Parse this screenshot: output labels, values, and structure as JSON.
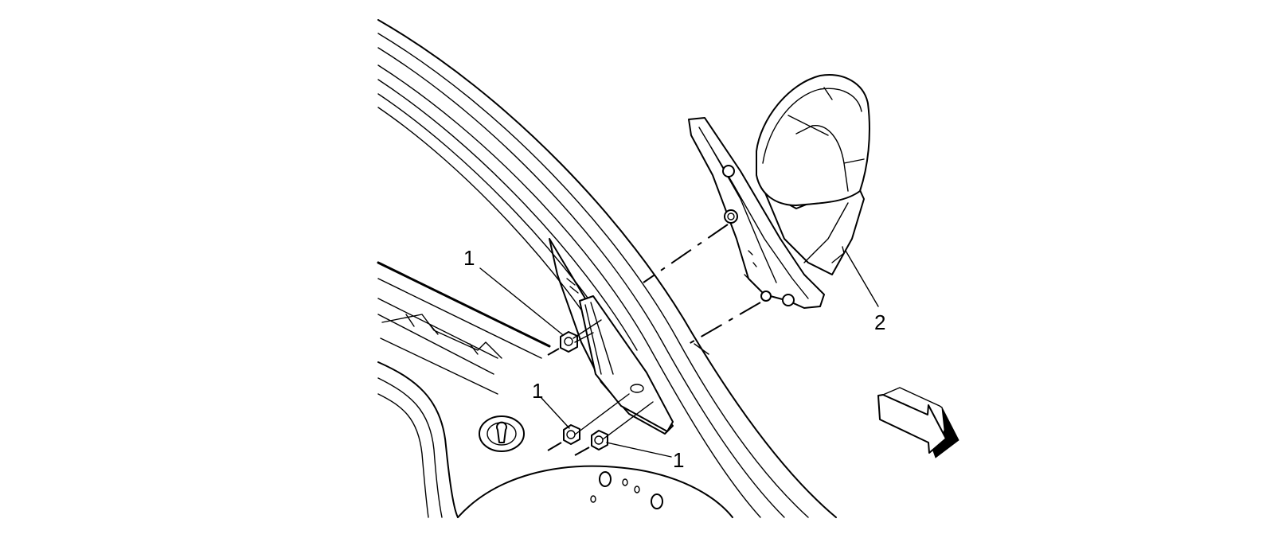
{
  "callouts": {
    "nut_top": "1",
    "nut_left": "1",
    "nut_right": "1",
    "mirror": "2"
  },
  "colors": {
    "ink": "#000000",
    "background": "#ffffff"
  },
  "icons": {
    "direction": "forward-arrow-icon"
  }
}
